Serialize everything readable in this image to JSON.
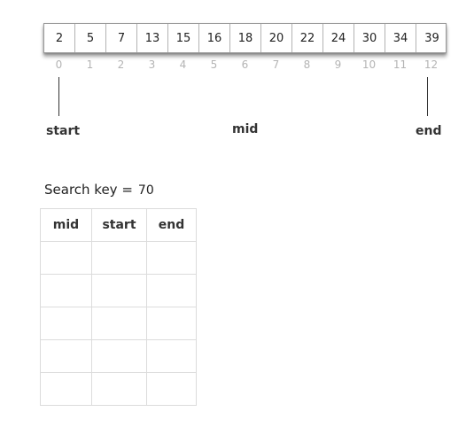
{
  "array": {
    "values": [
      "2",
      "5",
      "7",
      "13",
      "15",
      "16",
      "18",
      "20",
      "22",
      "24",
      "30",
      "34",
      "39"
    ],
    "indices": [
      "0",
      "1",
      "2",
      "3",
      "4",
      "5",
      "6",
      "7",
      "8",
      "9",
      "10",
      "11",
      "12"
    ]
  },
  "pointers": {
    "start_label": "start",
    "mid_label": "mid",
    "end_label": "end"
  },
  "search": {
    "label": "Search key =",
    "value": "70"
  },
  "trace_table": {
    "headers": [
      "mid",
      "start",
      "end"
    ],
    "rows": [
      [
        "",
        "",
        ""
      ],
      [
        "",
        "",
        ""
      ],
      [
        "",
        "",
        ""
      ],
      [
        "",
        "",
        ""
      ],
      [
        "",
        "",
        ""
      ]
    ]
  },
  "colors": {
    "index_text": "#b4b4b4",
    "pointer": "#333333",
    "table_border": "#dcdcdc"
  }
}
